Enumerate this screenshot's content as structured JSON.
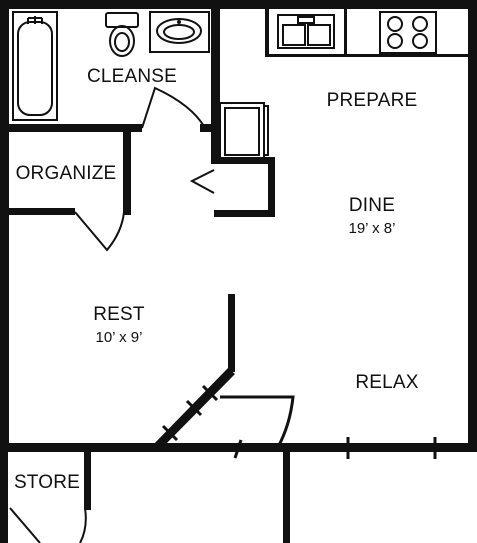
{
  "rooms": {
    "cleanse": {
      "label": "CLEANSE"
    },
    "prepare": {
      "label": "PREPARE"
    },
    "organize": {
      "label": "ORGANIZE"
    },
    "dine": {
      "label": "DINE",
      "dimensions": "19’ x 8’"
    },
    "rest": {
      "label": "REST",
      "dimensions": "10’ x 9’"
    },
    "relax": {
      "label": "RELAX"
    },
    "store": {
      "label": "STORE"
    }
  },
  "colors": {
    "wall": "#111111",
    "background": "#ffffff"
  },
  "icons": [
    "bathtub-icon",
    "toilet-icon",
    "bathroom-sink-icon",
    "kitchen-sink-icon",
    "stove-icon",
    "refrigerator-icon"
  ]
}
